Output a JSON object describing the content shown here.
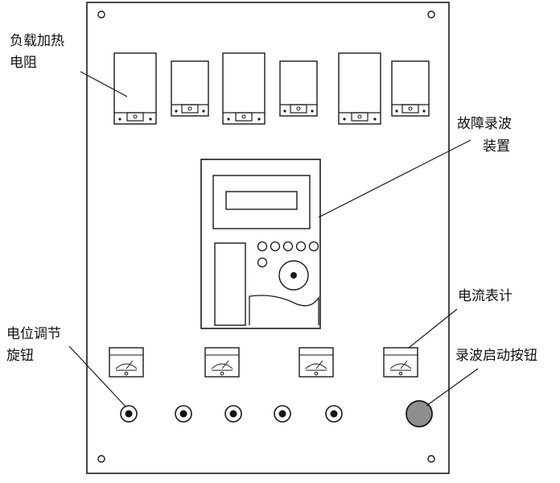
{
  "labels": {
    "load_heating_line1": "负载加热",
    "load_heating_line2": "电阻",
    "fault_recorder_line1": "故障录波",
    "fault_recorder_line2": "装置",
    "ammeter": "电流表计",
    "potentiometer_line1": "电位调节",
    "potentiometer_line2": "旋钮",
    "record_start_button": "录波启动按钮"
  },
  "colors": {
    "stroke": "#1a1a1a",
    "panel_fill": "#ffffff",
    "start_button_fill": "#8f8f8f",
    "text": "#111111"
  }
}
